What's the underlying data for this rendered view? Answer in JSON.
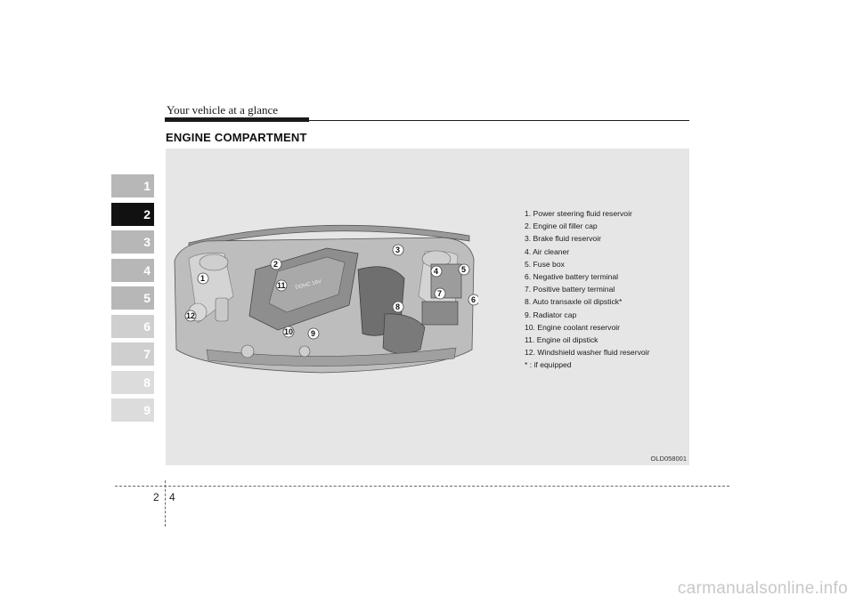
{
  "header": {
    "section": "Your vehicle at a glance",
    "title": "ENGINE COMPARTMENT"
  },
  "chapter_tabs": [
    "1",
    "2",
    "3",
    "4",
    "5",
    "6",
    "7",
    "8",
    "9"
  ],
  "active_chapter": "2",
  "legend": [
    "1. Power steering fluid reservoir",
    "2. Engine oil filler cap",
    "3. Brake fluid reservoir",
    "4. Air cleaner",
    "5. Fuse box",
    "6. Negative battery terminal",
    "7. Positive battery terminal",
    "8. Auto transaxle oil dipstick*",
    "9. Radiator cap",
    "10. Engine coolant reservoir",
    "11. Engine oil dipstick",
    "12. Windshield washer fluid reservoir",
    "* : if equipped"
  ],
  "callouts": [
    "1",
    "2",
    "3",
    "4",
    "5",
    "6",
    "7",
    "8",
    "9",
    "10",
    "11",
    "12"
  ],
  "image_code": "OLD058001",
  "page": {
    "chapter": "2",
    "number": "4"
  },
  "watermark": "carmanualsonline.info"
}
